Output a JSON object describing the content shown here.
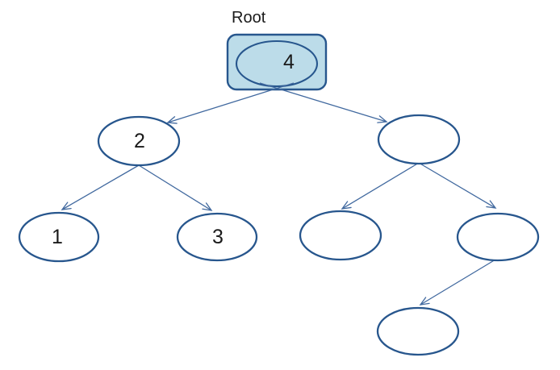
{
  "diagram": {
    "title": "Root",
    "type": "binary-tree",
    "nodes": [
      {
        "id": "root",
        "label": "4",
        "highlighted": true
      },
      {
        "id": "left",
        "label": "2",
        "highlighted": false
      },
      {
        "id": "right",
        "label": "",
        "highlighted": false
      },
      {
        "id": "left-left",
        "label": "1",
        "highlighted": false
      },
      {
        "id": "left-right",
        "label": "3",
        "highlighted": false
      },
      {
        "id": "right-left",
        "label": "",
        "highlighted": false
      },
      {
        "id": "right-right",
        "label": "",
        "highlighted": false
      },
      {
        "id": "right-right-left",
        "label": "",
        "highlighted": false
      }
    ],
    "edges": [
      {
        "from": "root",
        "to": "left"
      },
      {
        "from": "root",
        "to": "right"
      },
      {
        "from": "left",
        "to": "left-left"
      },
      {
        "from": "left",
        "to": "left-right"
      },
      {
        "from": "right",
        "to": "right-left"
      },
      {
        "from": "right",
        "to": "right-right"
      },
      {
        "from": "right-right",
        "to": "right-right-left"
      }
    ],
    "colors": {
      "node_stroke": "#27568D",
      "connector": "#41699F",
      "root_fill": "#BCDCE9",
      "text": "#1A1A1A",
      "background": "#FFFFFF"
    }
  }
}
